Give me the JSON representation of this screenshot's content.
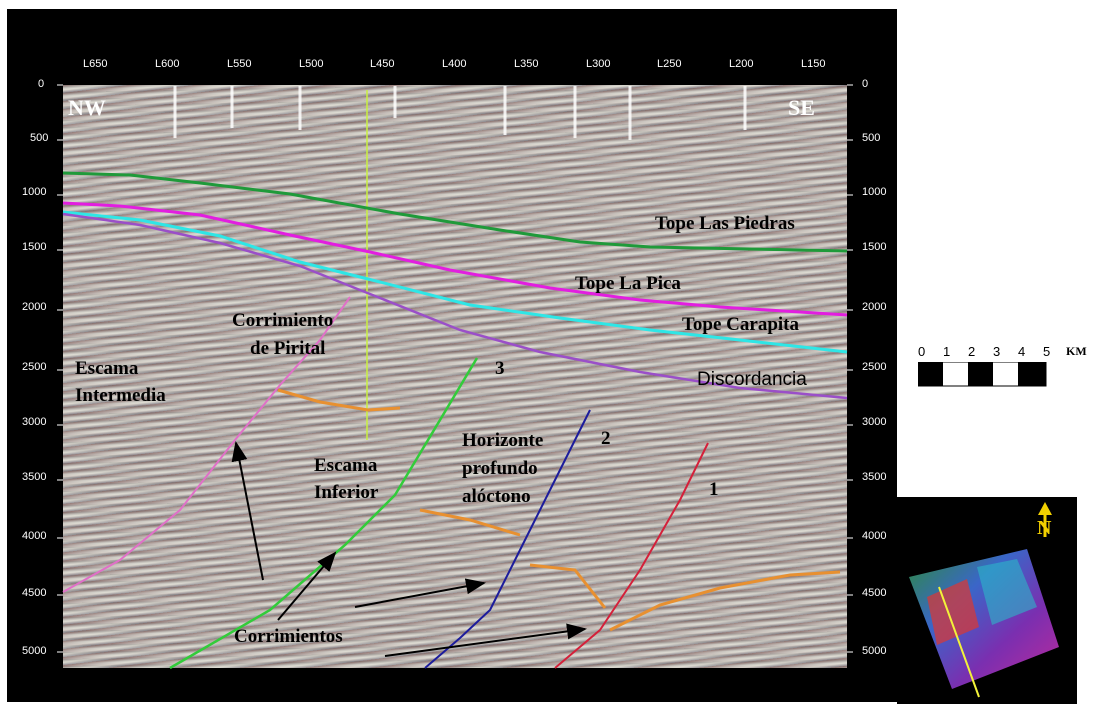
{
  "profile": {
    "top_ticks": [
      "L650",
      "L600",
      "L550",
      "L500",
      "L450",
      "L400",
      "L350",
      "L300",
      "L250",
      "L200",
      "L150"
    ],
    "depth_ticks": [
      "0",
      "500",
      "1000",
      "1500",
      "2000",
      "2500",
      "3000",
      "3500",
      "4000",
      "4500",
      "5000"
    ],
    "direction_left": "NW",
    "direction_right": "SE"
  },
  "labels": {
    "tope_las_piedras": "Tope Las Piedras",
    "tope_la_pica": "Tope La Pica",
    "tope_carapita": "Tope Carapita",
    "discordancia": "Discordancia",
    "corrimiento_line1": "Corrimiento",
    "corrimiento_line2": "de Pirital",
    "escama_intermedia_1": "Escama",
    "escama_intermedia_2": "Intermedia",
    "escama_inferior_1": "Escama",
    "escama_inferior_2": "Inferior",
    "horizonte_1": "Horizonte",
    "horizonte_2": "profundo",
    "horizonte_3": "alóctono",
    "corrimientos": "Corrimientos",
    "fault_1": "1",
    "fault_2": "2",
    "fault_3": "3"
  },
  "scale_bar": {
    "ticks": [
      "0",
      "1",
      "2",
      "3",
      "4",
      "5"
    ],
    "unit": "KM"
  },
  "inset_map": {
    "north": "N"
  },
  "colors": {
    "tope_las_piedras": "#1f9a3a",
    "tope_la_pica": "#e21ee0",
    "tope_carapita": "#2ee6e6",
    "discordancia": "#9a4fc8",
    "fault_1": "#d4203a",
    "fault_2": "#1c1c9c",
    "fault_3": "#32cc3a",
    "pirital": "#e070c8",
    "horizon": "#e89030",
    "well": "#c8f040"
  }
}
